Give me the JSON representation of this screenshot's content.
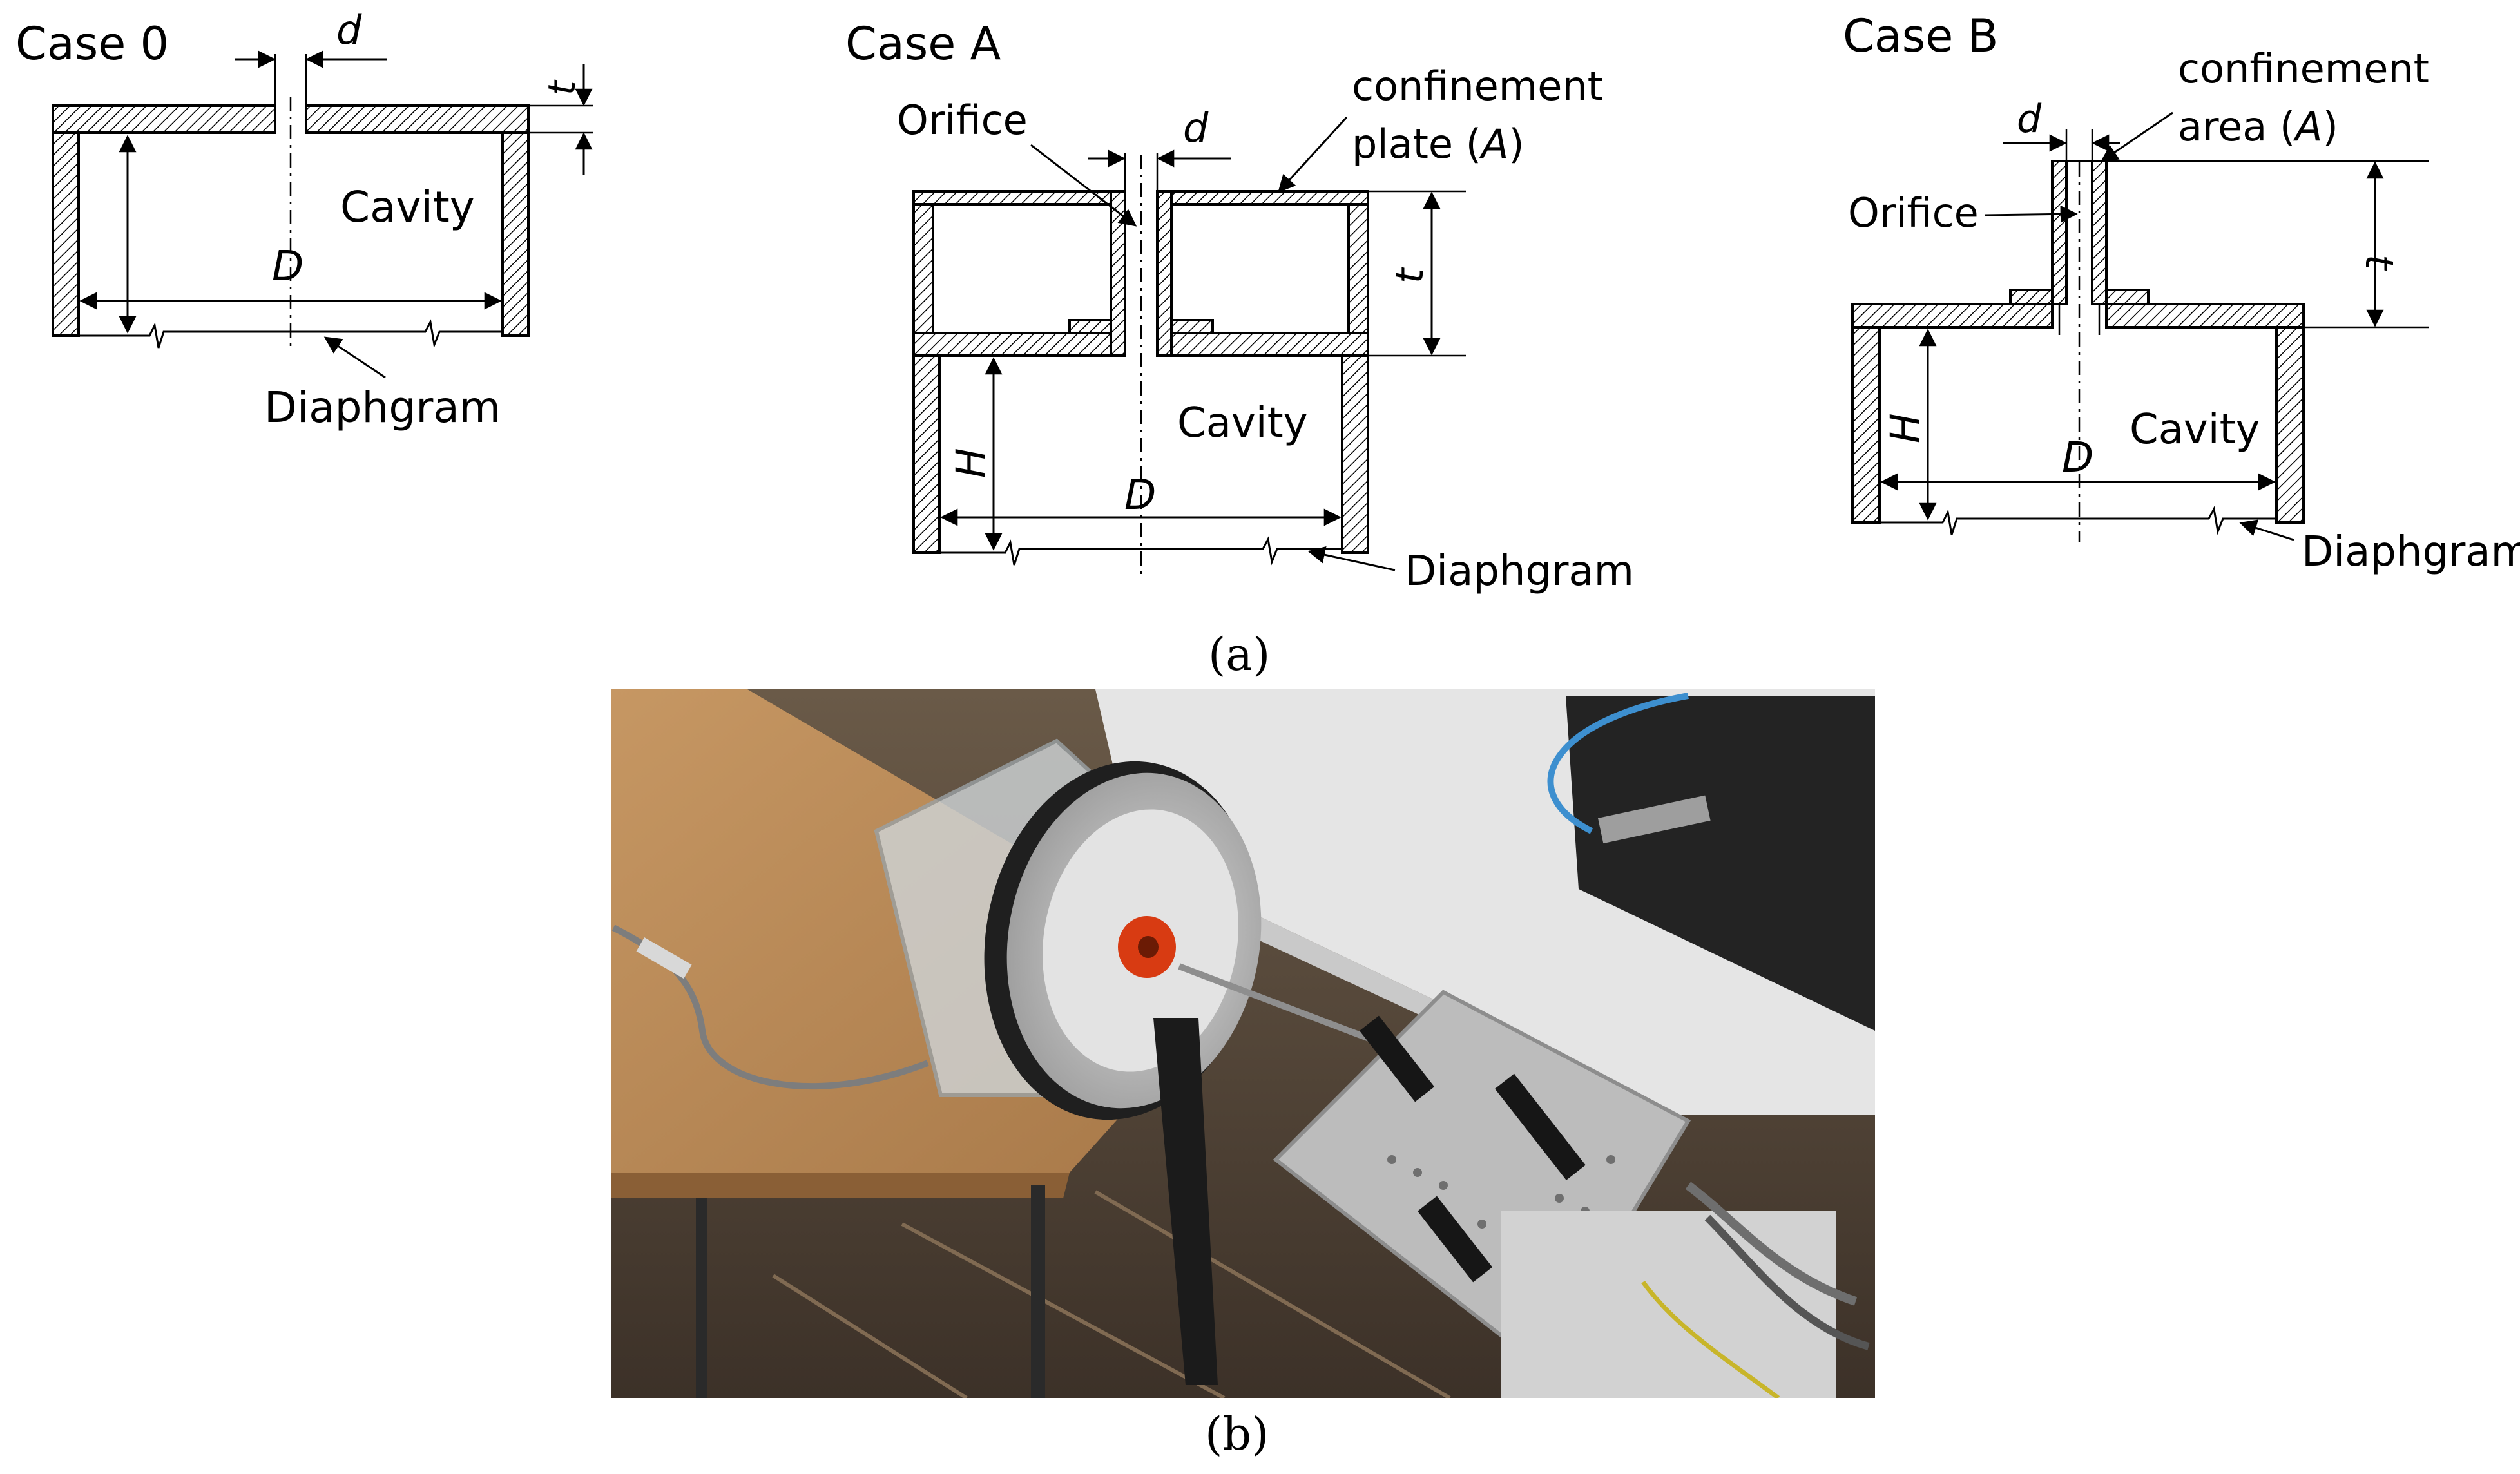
{
  "panel_a": {
    "caption": "(a)",
    "case0": {
      "title": "Case 0",
      "d": "d",
      "t": "t",
      "D": "D",
      "cavity": "Cavity",
      "diaphragm": "Diaphgram"
    },
    "caseA": {
      "title": "Case A",
      "orifice": "Orifice",
      "d": "d",
      "plate_line1": "confinement",
      "plate_line2_text": "plate (",
      "plate_line2_A": "A",
      "plate_line2_close": ")",
      "t": "t",
      "H": "H",
      "D": "D",
      "cavity": "Cavity",
      "diaphragm": "Diaphgram"
    },
    "caseB": {
      "title": "Case B",
      "d": "d",
      "area_line1": "confinement",
      "area_line2_text": "area (",
      "area_line2_A": "A",
      "area_line2_close": ")",
      "orifice": "Orifice",
      "t": "t",
      "H": "H",
      "D": "D",
      "cavity": "Cavity",
      "diaphragm": "Diaphgram"
    }
  },
  "panel_b": {
    "caption": "(b)"
  }
}
